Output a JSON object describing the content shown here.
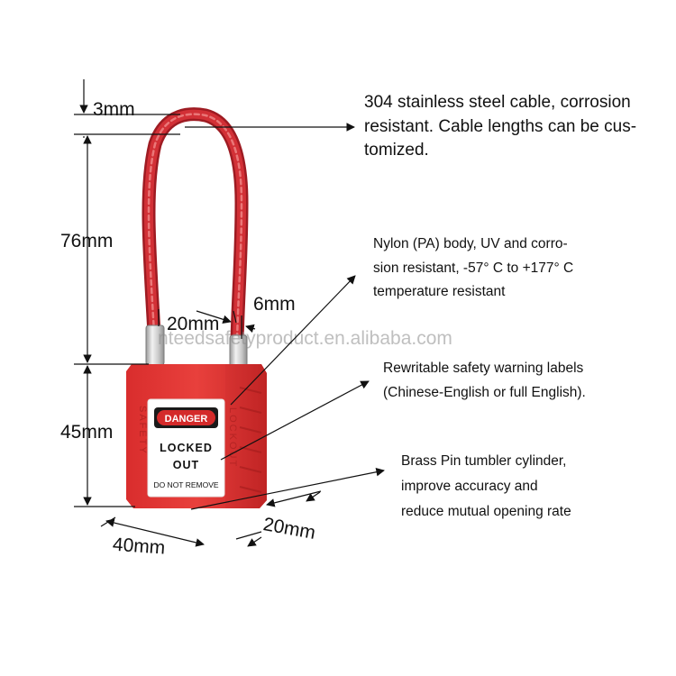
{
  "dimensions": {
    "shackle_thickness": "3mm",
    "shackle_height": "76mm",
    "body_height": "45mm",
    "shackle_spacing": "20mm",
    "cable_diameter": "6mm",
    "body_width": "40mm",
    "body_depth": "20mm"
  },
  "callouts": {
    "cable": [
      "304 stainless steel cable, corrosion",
      "resistant. Cable lengths can be cus-",
      "tomized."
    ],
    "body": [
      "Nylon (PA) body, UV and corro-",
      "sion resistant, -57°  C to +177°  C",
      "temperature resistant"
    ],
    "labels": [
      "Rewritable safety warning labels",
      "(Chinese-English or full English)."
    ],
    "cylinder": [
      "Brass Pin tumbler cylinder,",
      "improve accuracy and",
      "reduce mutual opening rate"
    ]
  },
  "lock_label": {
    "danger": "DANGER",
    "line1": "LOCKED",
    "line2": "OUT",
    "line3": "DO NOT REMOVE",
    "side_left": "SAFETY",
    "side_right": "LOCKOUT"
  },
  "watermark": "nteedsafetyproduct.en.alibaba.com",
  "colors": {
    "body_red": "#e03433",
    "cable_red": "#c9202a",
    "danger_red": "#d42a2a",
    "label_white": "#ffffff"
  }
}
